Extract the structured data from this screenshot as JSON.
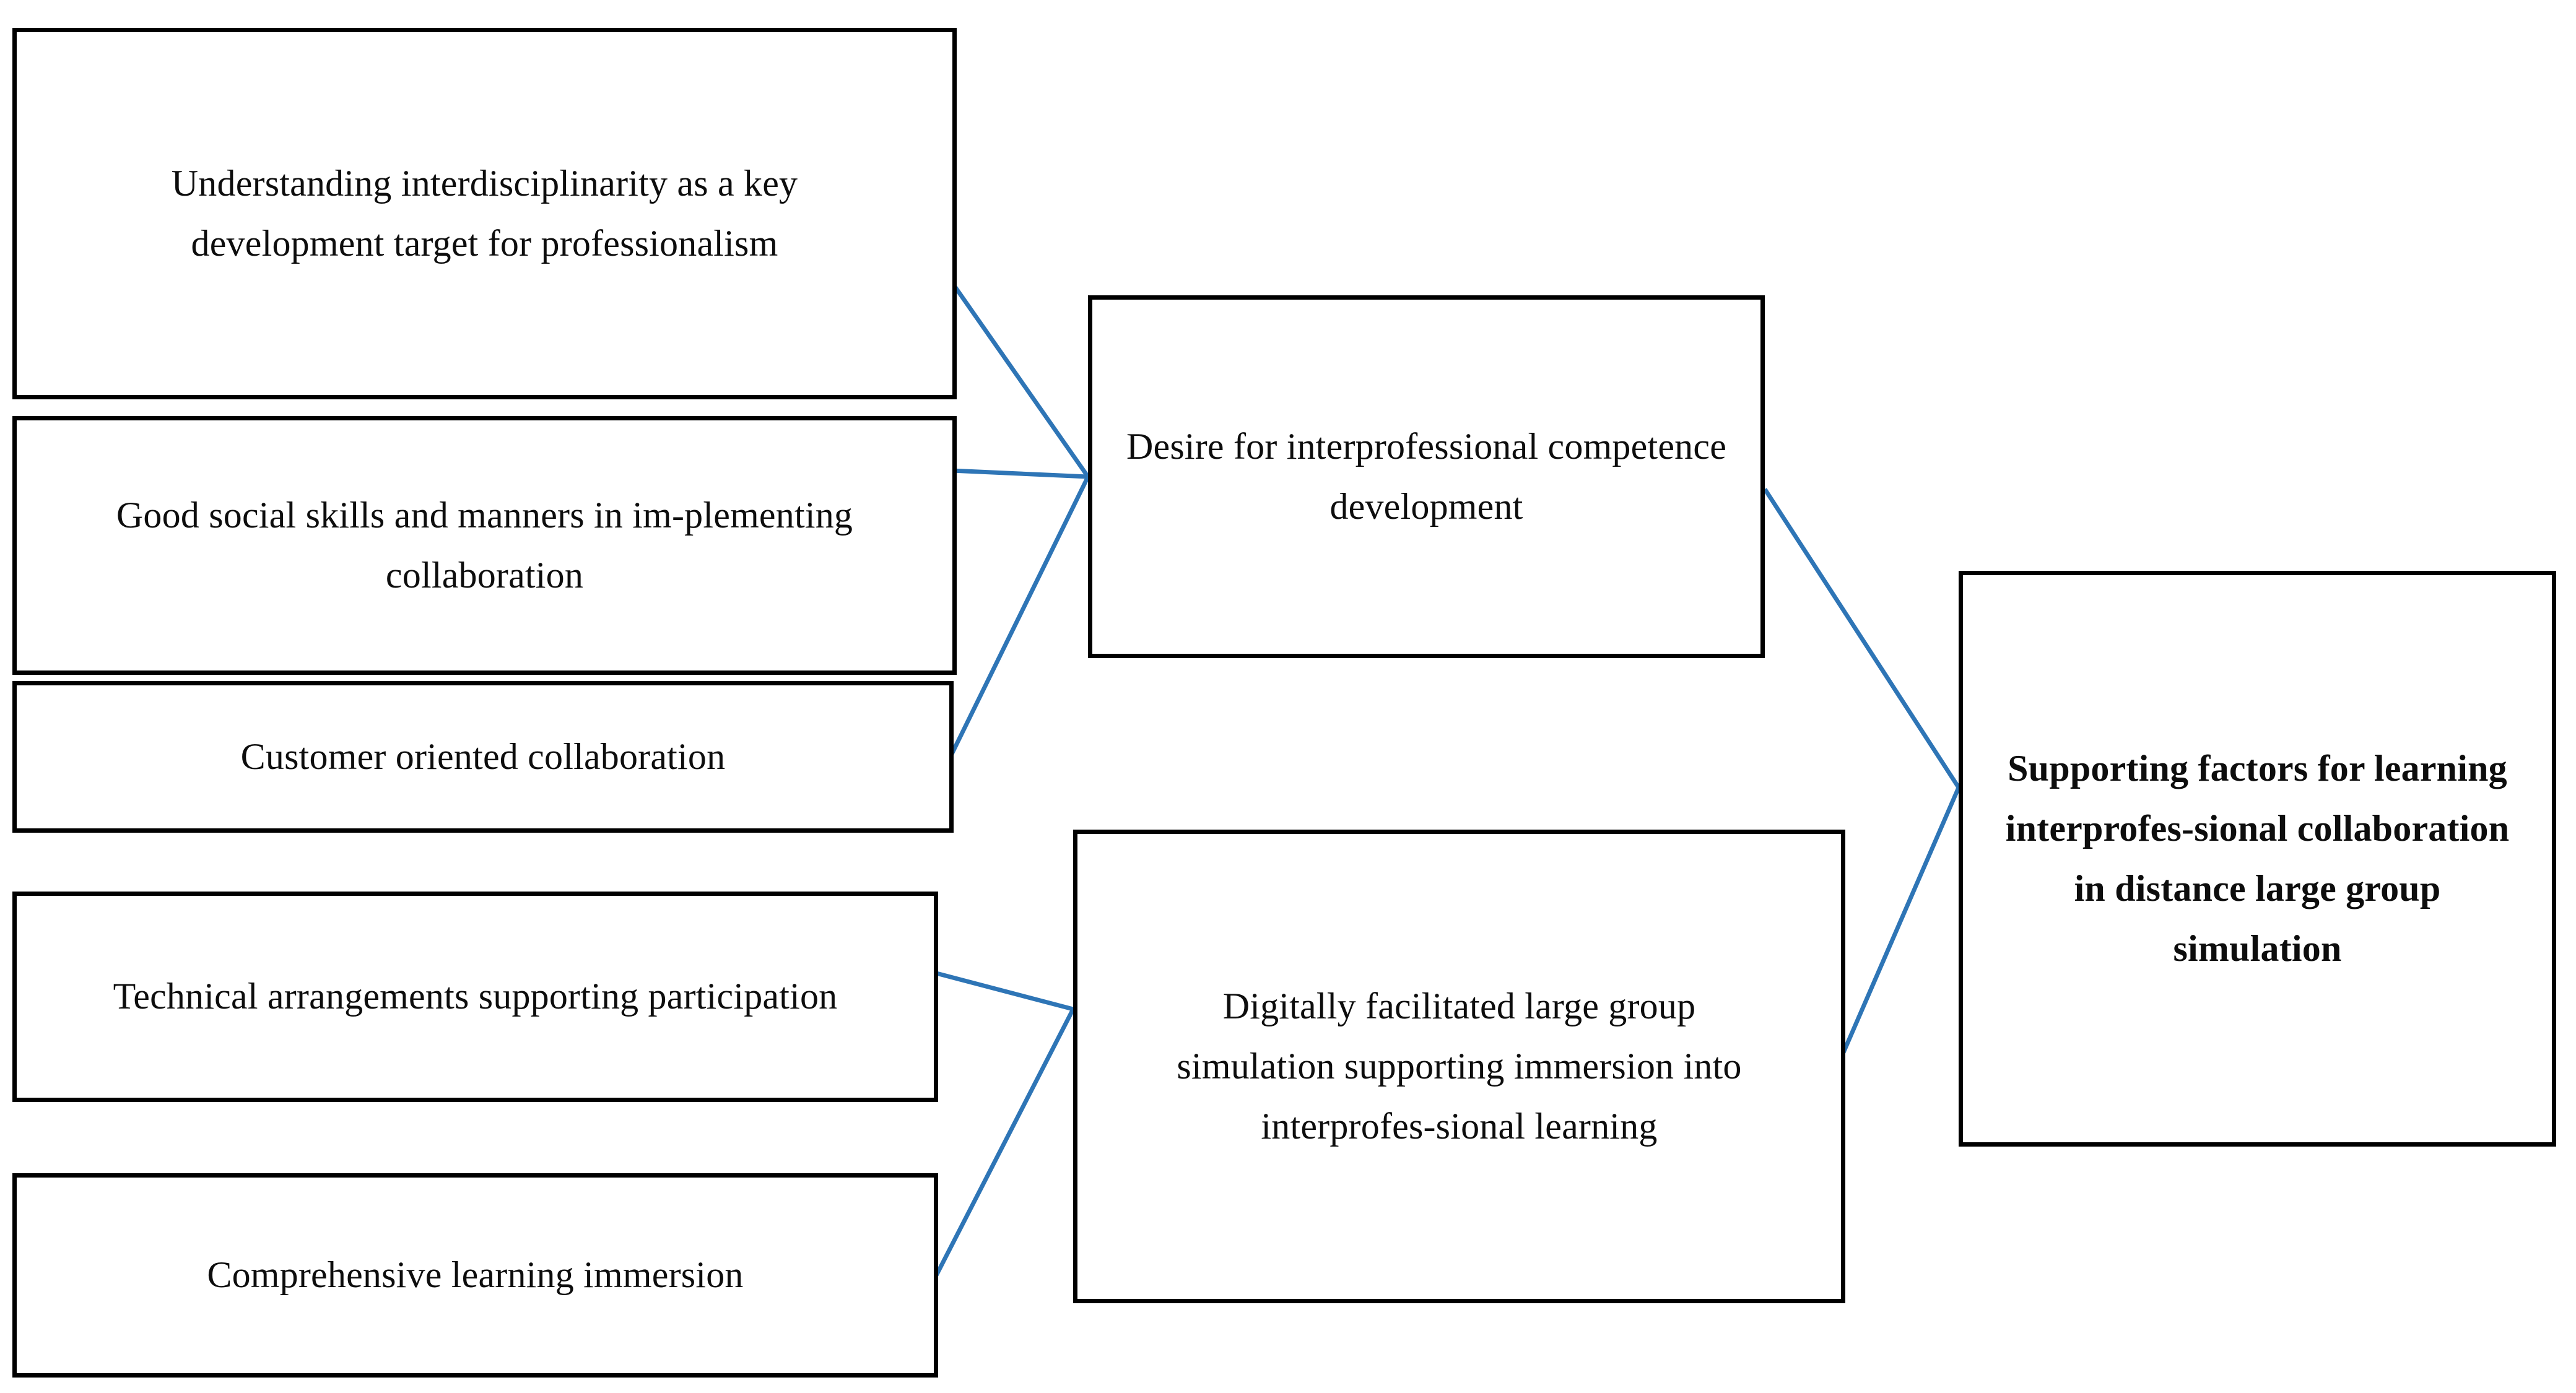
{
  "diagram": {
    "title_node": "Supporting factors for learning interprofessional collaboration in distance large group simulation",
    "colors": {
      "box_border": "#000000",
      "box_fill": "#ffffff",
      "connector": "#2E75B6",
      "text": "#0d0d0d"
    },
    "left_column": [
      {
        "id": "understanding",
        "label": "Understanding interdisciplinarity as a key development target for professionalism"
      },
      {
        "id": "social",
        "label": "Good social skills and manners in im-plementing collaboration"
      },
      {
        "id": "customer",
        "label": "Customer oriented collaboration"
      },
      {
        "id": "technical",
        "label": "Technical arrangements supporting participation"
      },
      {
        "id": "immersion",
        "label": "Comprehensive learning immersion"
      }
    ],
    "middle_column": [
      {
        "id": "desire",
        "label": "Desire for interprofessional competence development"
      },
      {
        "id": "digital",
        "label": "Digitally facilitated large group simulation supporting immersion into interprofes-sional learning"
      }
    ],
    "right_column": [
      {
        "id": "supporting",
        "label": "Supporting factors for learning interprofes-sional collaboration in distance large group simulation",
        "bold": true
      }
    ],
    "connections": [
      {
        "from": "understanding",
        "to": "desire"
      },
      {
        "from": "social",
        "to": "desire"
      },
      {
        "from": "customer",
        "to": "desire"
      },
      {
        "from": "technical",
        "to": "digital"
      },
      {
        "from": "immersion",
        "to": "digital"
      },
      {
        "from": "desire",
        "to": "supporting"
      },
      {
        "from": "digital",
        "to": "supporting"
      }
    ]
  }
}
